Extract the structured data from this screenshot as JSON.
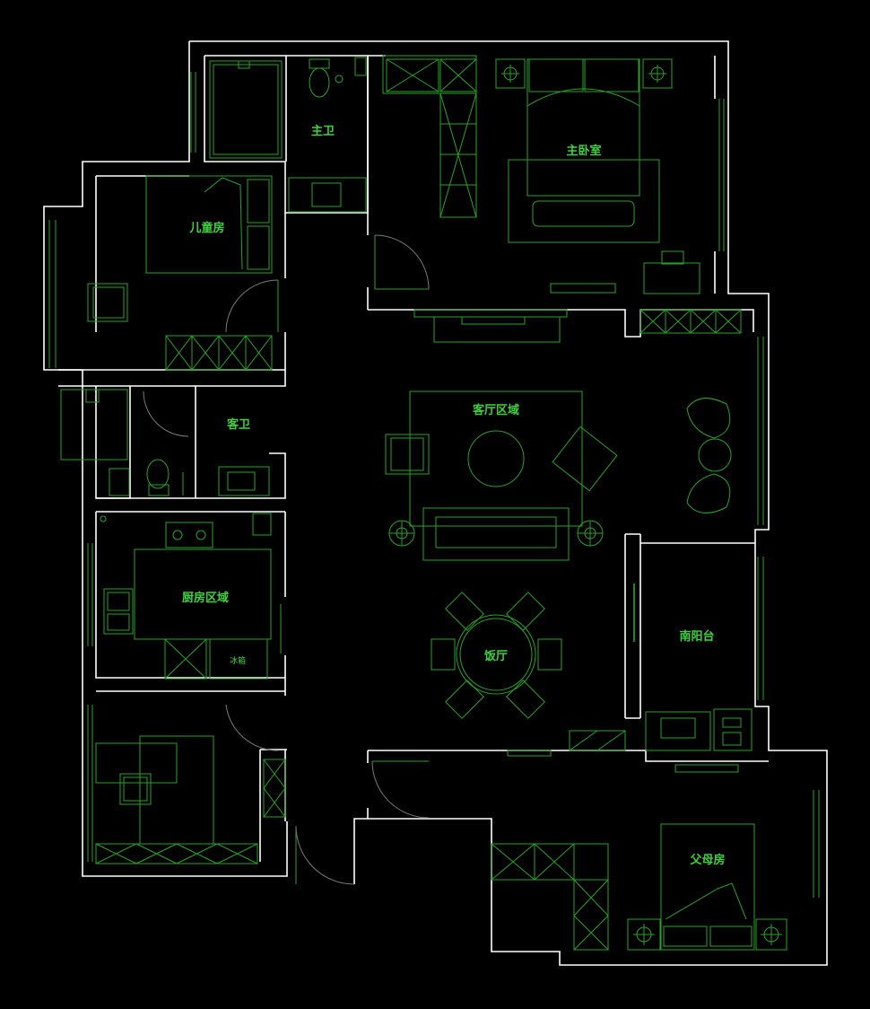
{
  "rooms": {
    "master_bath": "主卫",
    "master_bedroom": "主卧室",
    "children_room": "儿童房",
    "guest_bath": "客卫",
    "living_area": "客厅区域",
    "kitchen_area": "厨房区域",
    "fridge": "冰箱",
    "dining_room": "饭厅",
    "south_balcony": "南阳台",
    "parents_room": "父母房"
  },
  "colors": {
    "background": "#000000",
    "wall": "#ffffff",
    "furniture": "#27a327",
    "label": "#3fd13f"
  }
}
